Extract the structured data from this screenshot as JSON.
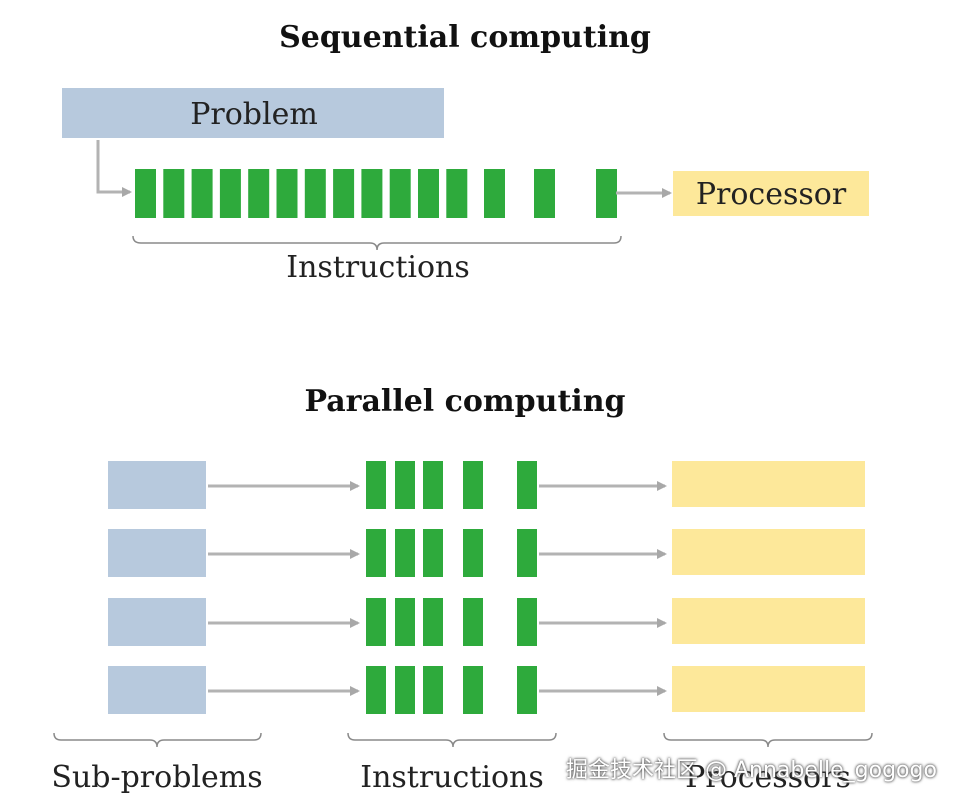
{
  "sequential": {
    "title": "Sequential computing",
    "problem_label": "Problem",
    "processor_label": "Processor",
    "instructions_label": "Instructions"
  },
  "parallel": {
    "title": "Parallel computing",
    "subproblems_label": "Sub-problems",
    "instructions_label": "Instructions",
    "processors_label": "Processors",
    "row_count": 4
  },
  "colors": {
    "problem": "#b7c9dd",
    "instruction": "#2eaa3c",
    "processor": "#fde89a",
    "arrow": "#b3b3b3",
    "brace": "#8a8a8a"
  },
  "icons": {
    "arrow": "arrow-right-icon",
    "brace": "curly-brace-icon"
  },
  "watermark": "掘金技术社区 @ Annabelle_gogogo"
}
